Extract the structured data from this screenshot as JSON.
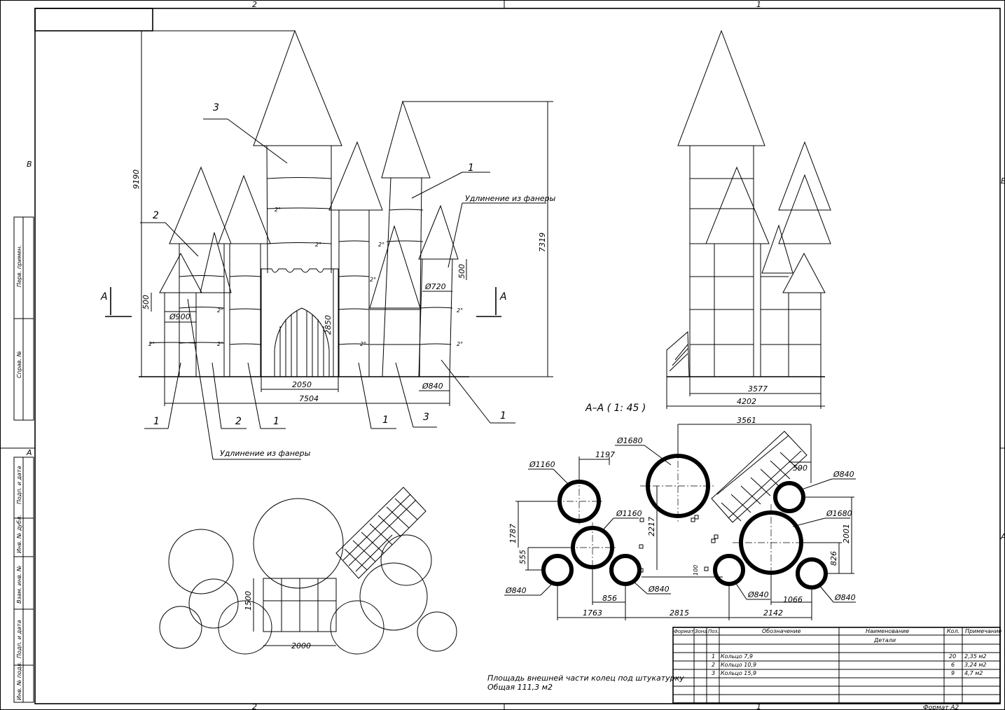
{
  "sheet": {
    "zone_top": [
      "2",
      "1"
    ],
    "zone_bottom": [
      "2",
      "1"
    ],
    "zone_side": [
      "B",
      "A"
    ],
    "format": "Формат А2"
  },
  "side_stamp": [
    "Перв. примен.",
    "Справ. №",
    "Подп. и дата",
    "Инв. № дубл.",
    "Взам. инв. №",
    "Подп. и дата",
    "Инв. № подл."
  ],
  "front_view": {
    "dims": {
      "total_height": "9190",
      "right_height": "7319",
      "gate_height": "2850",
      "gate_width": "2050",
      "total_width": "7504",
      "ext_500_left": "500",
      "ext_500_right": "500",
      "dia_900": "Ø900",
      "dia_720": "Ø720",
      "dia_840": "Ø840",
      "angle": "2°"
    },
    "callouts": [
      "3",
      "1",
      "2",
      "1",
      "2",
      "1",
      "1",
      "3",
      "1"
    ],
    "note_top": "Удлинение из фанеры",
    "note_bottom": "Удлинение из фанеры",
    "section_mark": "А"
  },
  "side_view": {
    "dims": {
      "inner_width": "3577",
      "total_width": "4202"
    }
  },
  "section_view": {
    "title": "А–А ( 1: 45 )",
    "dims": {
      "top_width": "3561",
      "d1680_top": "Ø1680",
      "d1160_a": "Ø1160",
      "d1160_b": "Ø1160",
      "d840_right": "Ø840",
      "d1680_right": "Ø1680",
      "d840_left": "Ø840",
      "d840_mid": "Ø840",
      "d840_bot": "Ø840",
      "d840_br": "Ø840",
      "w1197": "1197",
      "h1787": "1787",
      "h555": "555",
      "h2217": "2217",
      "h100": "100",
      "w590": "590",
      "h2001": "2001",
      "h826": "826",
      "w856": "856",
      "w1066": "1066",
      "w1763": "1763",
      "w2815": "2815",
      "w2142": "2142"
    }
  },
  "plan_view": {
    "dims": {
      "width": "2000",
      "depth": "1500"
    }
  },
  "note": {
    "line1": "Площадь внешней части колец под штукатурку",
    "line2": "Общая 111,3 м2"
  },
  "spec_table": {
    "headers": [
      "Формат",
      "Зона",
      "Поз.",
      "Обозначение",
      "Наименование",
      "Кол.",
      "Примечание"
    ],
    "section_title": "Детали",
    "rows": [
      {
        "pos": "1",
        "name": "Кольцо 7,9",
        "qty": "20",
        "note": "2,35 м2"
      },
      {
        "pos": "2",
        "name": "Кольцо 10,9",
        "qty": "6",
        "note": "3,24 м2"
      },
      {
        "pos": "3",
        "name": "Кольцо 15,9",
        "qty": "9",
        "note": "4,7 м2"
      }
    ]
  }
}
